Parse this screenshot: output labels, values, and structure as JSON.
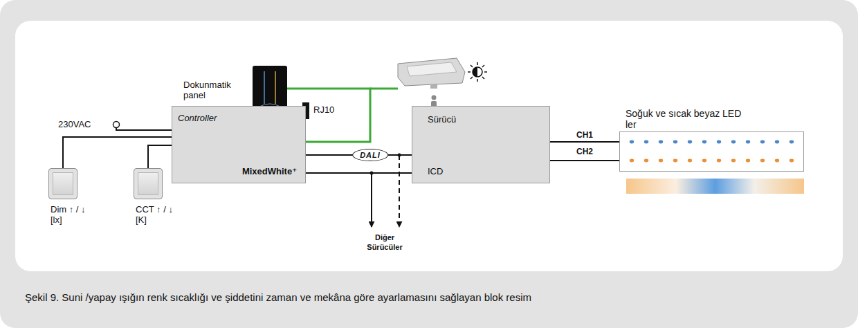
{
  "diagram": {
    "caption": "Şekil 9. Suni /yapay ışığın renk sıcaklığı ve şiddetini zaman ve mekâna göre ayarlamasını sağlayan blok resim",
    "nodes": [
      {
        "text": [
          "Dokunmatik panel"
        ]
      },
      {
        "text": [
          "Controller",
          "MixedWhite⁺"
        ]
      },
      {
        "text": [
          "Dim ↑ / ↓ [lx]"
        ]
      },
      {
        "text": [
          "CCT ↑ / ↓ [K]"
        ]
      },
      {
        "text": [
          "Sürücü",
          "ICD"
        ]
      },
      {
        "text": [
          "Soğuk ve sıcak beyaz LED ler"
        ]
      }
    ],
    "edges": [
      {
        "from": 2,
        "to": 1,
        "arrow": "none"
      },
      {
        "from": 3,
        "to": 1,
        "arrow": "none"
      },
      {
        "from": 0,
        "to": 1,
        "arrow": "none"
      },
      {
        "from": 1,
        "to": 4,
        "label": "DALI",
        "arrow": "none"
      },
      {
        "from": 1,
        "to": 4,
        "arrow": "none"
      },
      {
        "from": 4,
        "to": 5,
        "label": "CH1",
        "arrow": "none"
      },
      {
        "from": 4,
        "to": 5,
        "label": "CH2",
        "arrow": "none"
      }
    ],
    "labels": [
      "230VAC",
      "RJ10",
      "Diğer Sürücüler"
    ]
  }
}
